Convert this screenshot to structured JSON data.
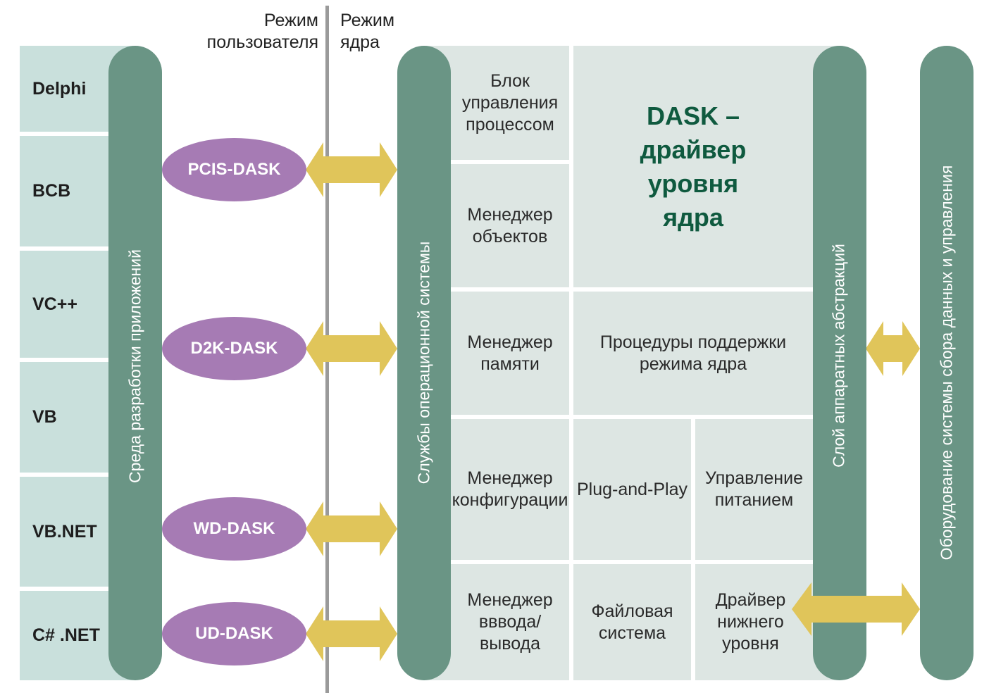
{
  "colors": {
    "language_block": "#c9e0dc",
    "kernel_block": "#dde6e3",
    "pill": "#6a9585",
    "ellipse": "#a67bb4",
    "arrow": "#e0c55a",
    "title": "#0f5a3f",
    "divider": "#9a9a9a"
  },
  "modes": {
    "user": "Режим пользователя",
    "kernel": "Режим ядра"
  },
  "languages": [
    "Delphi",
    "BCB",
    "VC++",
    "VB",
    "VB.NET",
    "C# .NET"
  ],
  "bars": {
    "ide": "Среда разработки приложений",
    "os_services": "Службы операционной системы",
    "hal": "Слой аппаратных абстракций",
    "hardware": "Оборудование системы сбора данных и управления"
  },
  "libraries": [
    "PCIS-DASK",
    "D2K-DASK",
    "WD-DASK",
    "UD-DASK"
  ],
  "kernel": {
    "process_manager": "Блок управления процессом",
    "object_manager": "Менеджер объектов",
    "memory_manager": "Менеджер памяти",
    "config_manager": "Менеджер конфигурации",
    "io_manager": "Менеджер вввода/ вывода",
    "dask_title": "DASK – драйвер уровня ядра",
    "kernel_procedures": "Процедуры поддержки режима ядра",
    "pnp": "Plug-and-Play",
    "power": "Управление питанием",
    "filesystem": "Файловая система",
    "low_driver": "Драйвер нижнего уровня"
  }
}
